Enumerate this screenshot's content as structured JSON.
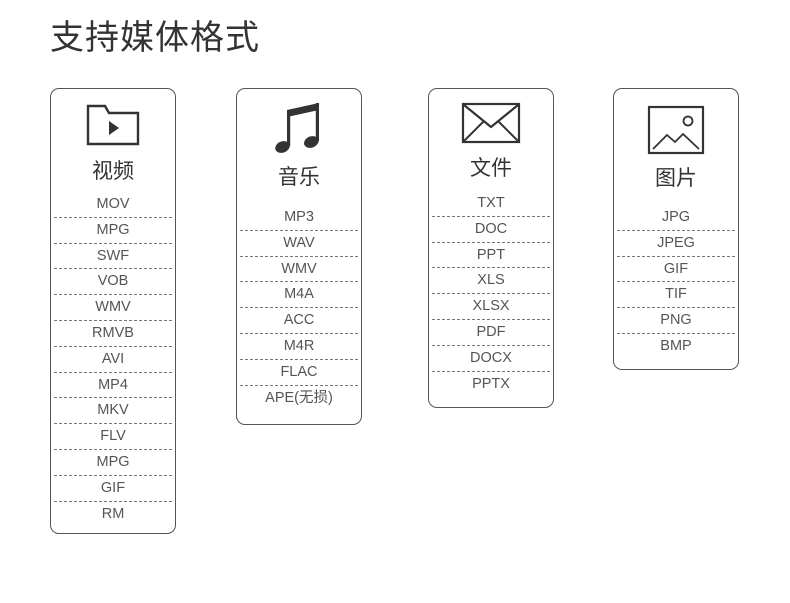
{
  "page": {
    "title": "支持媒体格式"
  },
  "cards": [
    {
      "title": "视频",
      "icon": "video-folder-icon",
      "items": [
        "MOV",
        "MPG",
        "SWF",
        "VOB",
        "WMV",
        "RMVB",
        "AVI",
        "MP4",
        "MKV",
        "FLV",
        "MPG",
        "GIF",
        "RM"
      ]
    },
    {
      "title": "音乐",
      "icon": "music-note-icon",
      "items": [
        "MP3",
        "WAV",
        "WMV",
        "M4A",
        "ACC",
        "M4R",
        "FLAC",
        "APE(无损)"
      ]
    },
    {
      "title": "文件",
      "icon": "envelope-icon",
      "items": [
        "TXT",
        "DOC",
        "PPT",
        "XLS",
        "XLSX",
        "PDF",
        "DOCX",
        "PPTX"
      ]
    },
    {
      "title": "图片",
      "icon": "picture-icon",
      "items": [
        "JPG",
        "JPEG",
        "GIF",
        "TIF",
        "PNG",
        "BMP"
      ]
    }
  ],
  "colors": {
    "text": "#333333",
    "border": "#555555",
    "divider": "#777777",
    "background": "#ffffff"
  }
}
